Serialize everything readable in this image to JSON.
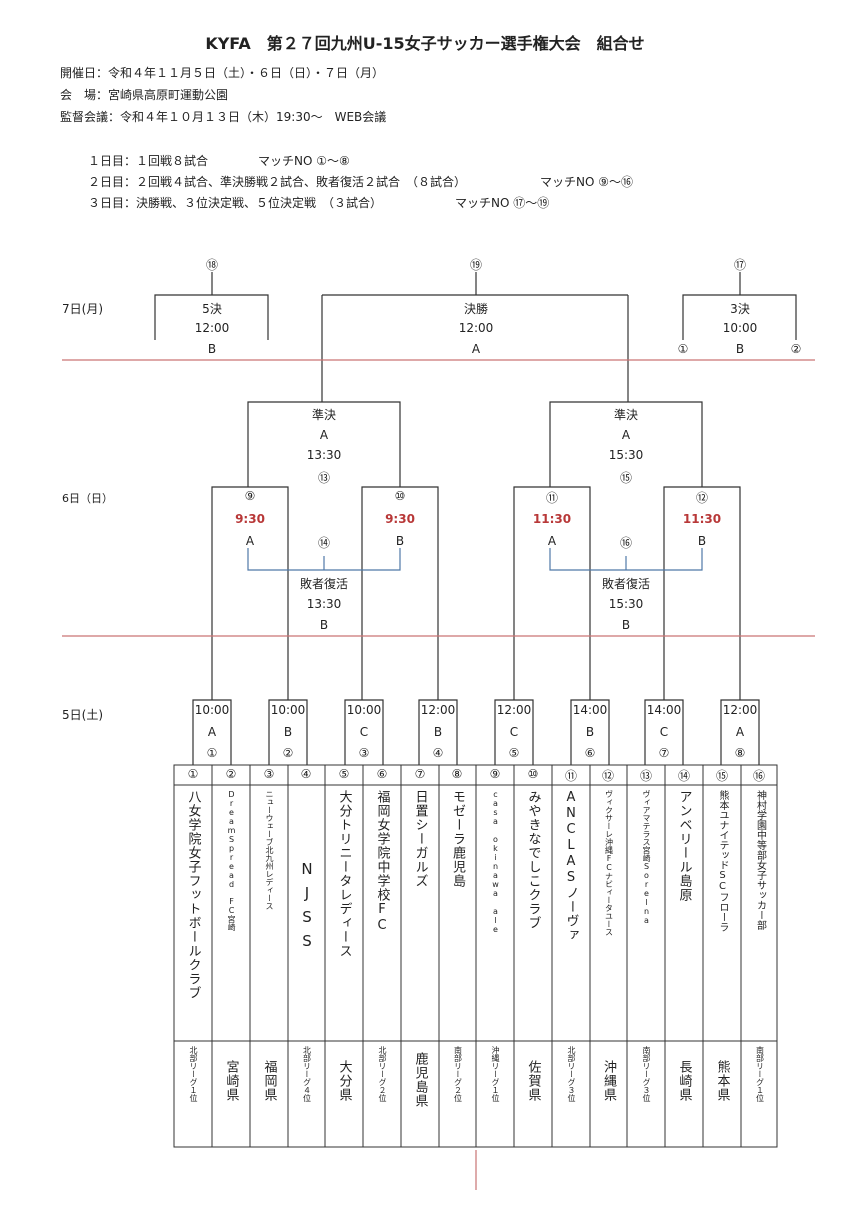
{
  "title": "KYFA　第２７回九州U-15女子サッカー選手権大会　組合せ",
  "info": [
    "開催日：令和４年１１月５日（土）・６日（日）・７日（月）",
    "会　場：宮崎県高原町運動公園",
    "監督会議：令和４年１０月１３日（木）19:30～　WEB会議"
  ],
  "schedule": {
    "day1": "１日目：１回戦８試合",
    "day1_match": "マッチNO ①～⑧",
    "day2": "２日目：２回戦４試合、準決勝戦２試合、敗者復活２試合　（８試合）",
    "day2_match": "マッチNO ⑨～⑯",
    "day3": "３日目：決勝戦、３位決定戦、５位決定戦　（３試合）",
    "day3_match": "マッチNO ⑰～⑲"
  },
  "days": {
    "d7": "7日(月)",
    "d6": "6日（日）",
    "d5": "5日(土)"
  },
  "day7": {
    "fifth": {
      "no": "⑱",
      "name": "5決",
      "time": "12:00",
      "court": "B"
    },
    "final": {
      "no": "⑲",
      "name": "決勝",
      "time": "12:00",
      "court": "A"
    },
    "third": {
      "no": "⑰",
      "name": "3決",
      "time": "10:00",
      "court": "B",
      "left": "①",
      "right": "②"
    }
  },
  "day6": {
    "semi_left": {
      "name": "準決",
      "court": "A",
      "time": "13:30",
      "no": "⑬"
    },
    "semi_right": {
      "name": "準決",
      "court": "A",
      "time": "15:30",
      "no": "⑮"
    },
    "r2": [
      {
        "no": "⑨",
        "time": "9:30",
        "court": "A"
      },
      {
        "no": "⑩",
        "time": "9:30",
        "court": "B"
      },
      {
        "no": "⑪",
        "time": "11:30",
        "court": "A"
      },
      {
        "no": "⑫",
        "time": "11:30",
        "court": "B"
      }
    ],
    "cons_left": {
      "no": "⑭",
      "name": "敗者復活",
      "time": "13:30",
      "court": "B"
    },
    "cons_right": {
      "no": "⑯",
      "name": "敗者復活",
      "time": "15:30",
      "court": "B"
    }
  },
  "day5": [
    {
      "time": "10:00",
      "court": "A",
      "no": "①"
    },
    {
      "time": "10:00",
      "court": "B",
      "no": "②"
    },
    {
      "time": "10:00",
      "court": "C",
      "no": "③"
    },
    {
      "time": "12:00",
      "court": "B",
      "no": "④"
    },
    {
      "time": "12:00",
      "court": "C",
      "no": "⑤"
    },
    {
      "time": "14:00",
      "court": "B",
      "no": "⑥"
    },
    {
      "time": "14:00",
      "court": "C",
      "no": "⑦"
    },
    {
      "time": "12:00",
      "court": "A",
      "no": "⑧"
    }
  ],
  "teams": [
    {
      "no": "①",
      "name": "八女学院女子フットボールクラブ",
      "pref": "北部リーグ１位"
    },
    {
      "no": "②",
      "name": "DreamSpread　FC宮崎",
      "pref": "宮崎県"
    },
    {
      "no": "③",
      "name": "ニューウェーブ北九州レディース",
      "pref": "福岡県"
    },
    {
      "no": "④",
      "name": "NJSS",
      "pref": "北部リーグ４位"
    },
    {
      "no": "⑤",
      "name": "大分トリニータレディース",
      "pref": "大分県"
    },
    {
      "no": "⑥",
      "name": "福岡女学院中学校FC",
      "pref": "北部リーグ２位"
    },
    {
      "no": "⑦",
      "name": "日置シーガルズ",
      "pref": "鹿児島県"
    },
    {
      "no": "⑧",
      "name": "モゼーラ鹿児島",
      "pref": "南部リーグ２位"
    },
    {
      "no": "⑨",
      "name": "casa okinawa ale",
      "pref": "沖縄リーグ１位"
    },
    {
      "no": "⑩",
      "name": "みやきなでしこクラブ",
      "pref": "佐賀県"
    },
    {
      "no": "⑪",
      "name": "ANCLASノーヴァ",
      "pref": "北部リーグ３位"
    },
    {
      "no": "⑫",
      "name": "ヴィクサーレ沖縄FCナビィータユース",
      "pref": "沖縄県"
    },
    {
      "no": "⑬",
      "name": "ヴィアマテラス宮崎Sorelna",
      "pref": "南部リーグ３位"
    },
    {
      "no": "⑭",
      "name": "アンベリール島原",
      "pref": "長崎県"
    },
    {
      "no": "⑮",
      "name": "熊本ユナイテッドSCフローラ",
      "pref": "熊本県"
    },
    {
      "no": "⑯",
      "name": "神村学園中等部女子サッカー部",
      "pref": "南部リーグ１位"
    }
  ]
}
